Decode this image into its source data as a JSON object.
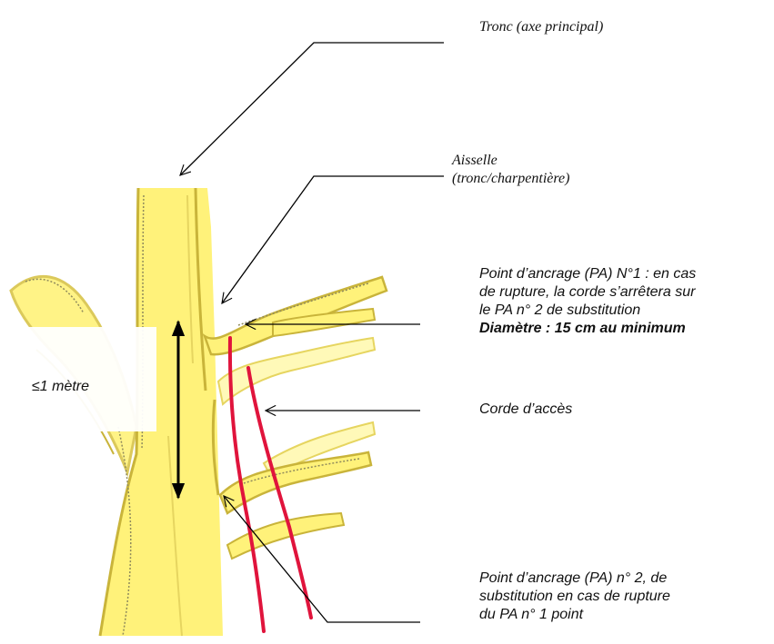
{
  "labels": {
    "tronc": "Tronc (axe principal)",
    "aisselle_1": "Aisselle",
    "aisselle_2": "(tronc/charpentière)",
    "pa1_l1": "Point d’ancrage (PA) N°1 : en cas",
    "pa1_l2": "de rupture, la corde s’arrêtera sur",
    "pa1_l3": "le PA n° 2 de substitution",
    "pa1_diameter": "Diamètre : 15 cm au minimum",
    "corde": "Corde d’accès",
    "pa2_l1": "Point d’ancrage (PA) n° 2, de",
    "pa2_l2": "substitution en cas de rupture",
    "pa2_l3": "du PA n° 1 point",
    "distance": "≤1 mètre"
  },
  "colors": {
    "wood": "#fff27a",
    "wood_light": "#fff9b8",
    "bark_edge": "#c9b43a",
    "bark_shadow": "#8f8a5c",
    "rope": "#e0143c",
    "leader_line": "#000000"
  }
}
